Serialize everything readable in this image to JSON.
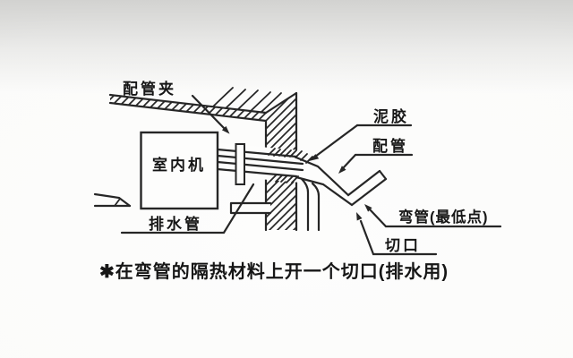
{
  "figure": {
    "title_context": "indoor-unit-piping-installation-diagram",
    "labels": {
      "pipe_clamp": "配管夹",
      "indoor_unit": "室内机",
      "drain_pipe": "排水管",
      "putty": "泥胶",
      "piping": "配管",
      "bend_lowest_point": "弯管(最低点)",
      "cut": "切口"
    },
    "note": "✱在弯管的隔热材料上开一个切口(排水用)",
    "colors": {
      "line": "#262626",
      "text": "#161616",
      "paper": "#fdfdfc",
      "backdrop": "#d8d8d6"
    }
  }
}
